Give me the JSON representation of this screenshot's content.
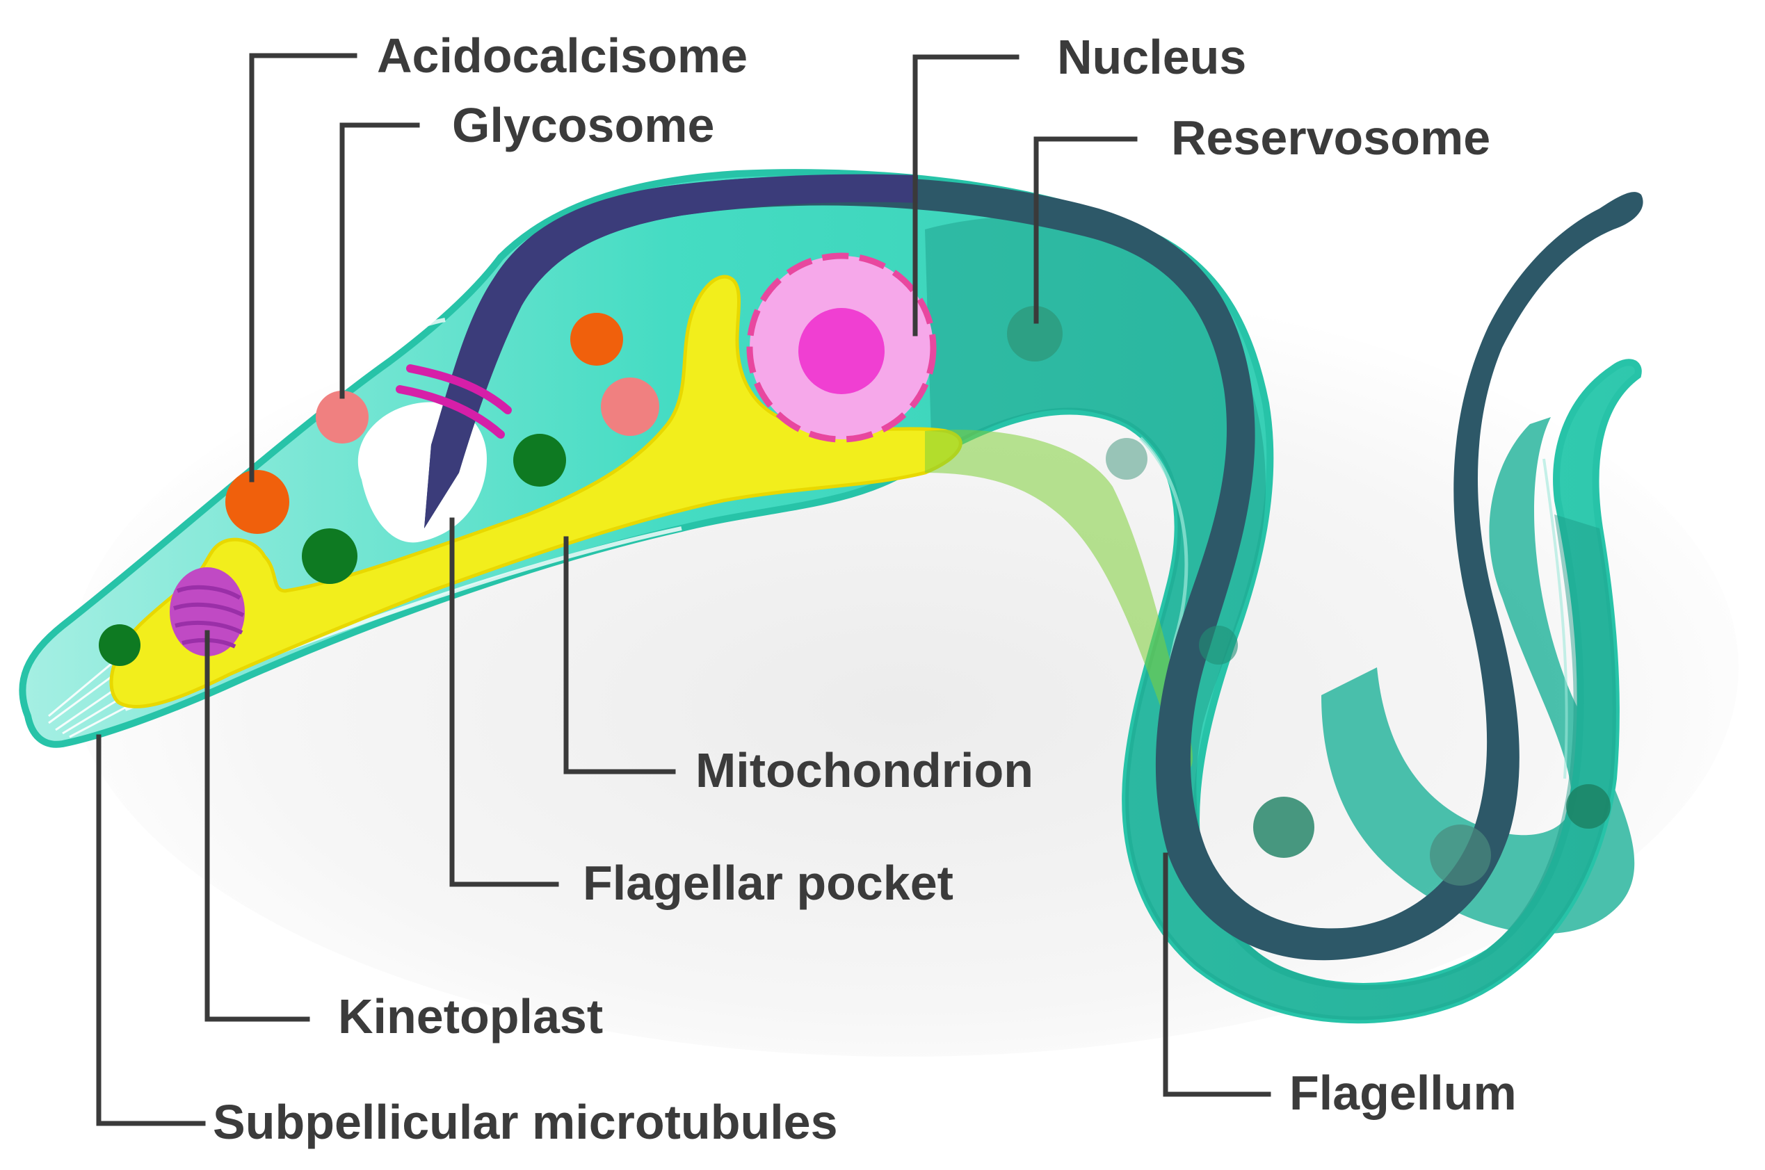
{
  "labels": {
    "acidocalcisome": "Acidocalcisome",
    "glycosome": "Glycosome",
    "nucleus": "Nucleus",
    "reservosome": "Reservosome",
    "mitochondrion": "Mitochondrion",
    "flagellar_pocket": "Flagellar pocket",
    "kinetoplast": "Kinetoplast",
    "flagellum": "Flagellum",
    "subpellicular_microtubules": "Subpellicular microtubules"
  },
  "colors": {
    "body": "#3fd9c0",
    "body_outline": "#2fc8b0",
    "flagellum": "#2d5f68",
    "flagellum_dark": "#3a3a78",
    "mitochondrion": "#f4ef1c",
    "nucleus_outer": "#f59ae6",
    "nucleus_inner": "#f04fd4",
    "kinetoplast": "#c040c8",
    "acidocalcisome": "#f0600c",
    "glycosome": "#f08080",
    "green_organelle": "#0e7a22",
    "flagellar_pocket": "#ffffff",
    "tail": "#1e9c88",
    "leader_lines": "#3a3a3a"
  }
}
